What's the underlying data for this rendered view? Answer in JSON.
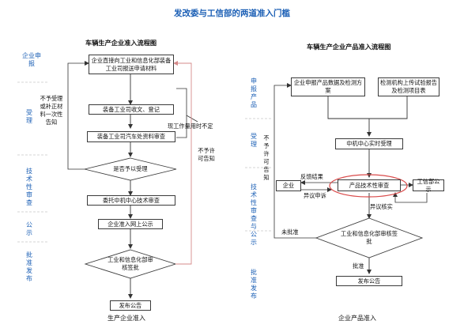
{
  "title": "发改委与工信部的两道准入门槛",
  "left": {
    "heading": "车辆生产企业准入流程图",
    "footer": "生产企业准入",
    "lanes": {
      "apply": "企业申报",
      "accept": "受理",
      "tech": "技术性审查",
      "publicity": "公示",
      "publish": "批准发布"
    },
    "nodes": {
      "submit": "企业直接向工业和信息化部装备工业司报送申请材料",
      "receive": "装备工业司收文、登记",
      "review": "装备工业司汽车处资料审查",
      "decision": "是否予以受理",
      "entrust": "委托中机中心技术审查",
      "online": "企业准入网上公示",
      "approve": "工业和信息化部审核签批",
      "announce": "发布公告"
    },
    "notes": {
      "reject": "不予受理或补正材料一次性告知",
      "time": "现工作量用时不定",
      "deny": "不予许可告知"
    }
  },
  "right": {
    "heading": "车辆生产企业产品准入流程图",
    "footer": "企业产品准入",
    "lanes": {
      "apply": "申报产品",
      "accept": "受理",
      "tech": "技术性审查与公示",
      "publish": "批准发布"
    },
    "nodes": {
      "submit": "企业申报产品数据及检测方案",
      "upload": "检测机构上传试验报告及检测项目表",
      "accept": "中机中心实时受理",
      "company": "企业",
      "techreview": "产品技术性审查",
      "miit": "工信部公示",
      "approve": "工业和信息化部审核签批",
      "announce": "发布公告"
    },
    "notes": {
      "deny": "不予许可告知",
      "feedback": "反馈结果",
      "appeal": "异议申诉",
      "verify": "异议核实",
      "notapproved": "未批准",
      "approved": "批准"
    }
  }
}
